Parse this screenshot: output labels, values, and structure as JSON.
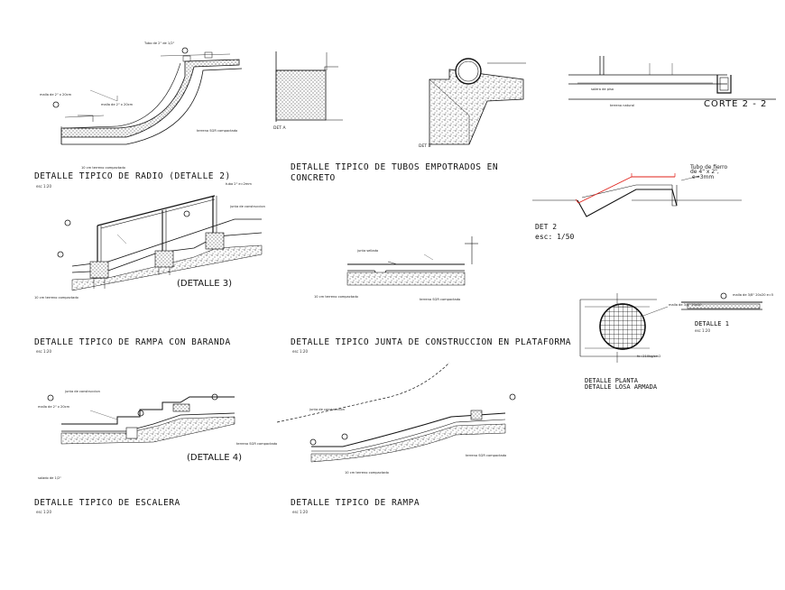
{
  "titles": {
    "radio": "DETALLE TIPICO DE RADIO (DETALLE 2)",
    "tubos_line1": "DETALLE TIPICO DE TUBOS EMPOTRADOS EN",
    "tubos_line2": "CONCRETO",
    "rampa_baranda": "DETALLE TIPICO DE RAMPA CON BARANDA",
    "junta": "DETALLE TIPICO JUNTA DE CONSTRUCCION EN PLATAFORMA",
    "escalera": "DETALLE TIPICO DE ESCALERA",
    "rampa": "DETALLE TIPICO DE RAMPA",
    "corte": "CORTE  2 - 2",
    "det2": "DET 2",
    "det2_scale": "esc: 1/50",
    "planta_line1": "DETALLE PLANTA",
    "planta_line2": "DETALLE LOSA ARMADA",
    "detalle1": "DETALLE 1"
  },
  "scales": {
    "radio": "esc 1:20",
    "rampa_baranda": "esc 1:20",
    "junta": "esc 1:20",
    "escalera": "esc 1:20",
    "rampa": "esc 1:20",
    "detalle1": "esc 1:20"
  },
  "callouts": {
    "detalle3": "(DETALLE 3)",
    "detalle4": "(DETALLE 4)",
    "det_a": "DET A",
    "det_b": "DET B"
  },
  "notes": {
    "tubo_fierro": "Tubo de fierro",
    "tubo_dims": "de 4\" x 2\",",
    "tubo_e": "e=3mm",
    "radio_tubo": "Tubo de 2\" de 1/2\"",
    "radio_malla": "malla de 2\" x 20cm",
    "radio_malla2": "malla de 2\" x 20cm",
    "radio_terreno": "terreno SGR compactado",
    "radio_compactado": "10 cm terreno compactado",
    "baranda_tubo": "tubo 2\" e=2mm",
    "baranda_junta": "junta de construccion",
    "baranda_terreno": "10 cm terreno compactado",
    "junta_sellado": "junta sellada",
    "junta_terreno": "terreno SGR compactado",
    "junta_compact": "10 cm terreno compactado",
    "escalera_junta": "junta de construccion",
    "escalera_malla": "malla de 2\" x 20cm",
    "escalera_terreno": "terreno SGR compactado",
    "escalera_solado": "solado de 1/2\"",
    "rampa_junta": "junta de construccion",
    "rampa_terreno": "terreno SGR compactado",
    "rampa_compact": "10 cm terreno compactado",
    "corte_terreno": "terreno natural",
    "corte_solera": "solera de piso",
    "planta_malla": "malla de 3/8\" 20x20",
    "planta_fc": "fc=210kg/cm2",
    "det1_malla": "malla de 3/8\" 20x20 e=5"
  }
}
